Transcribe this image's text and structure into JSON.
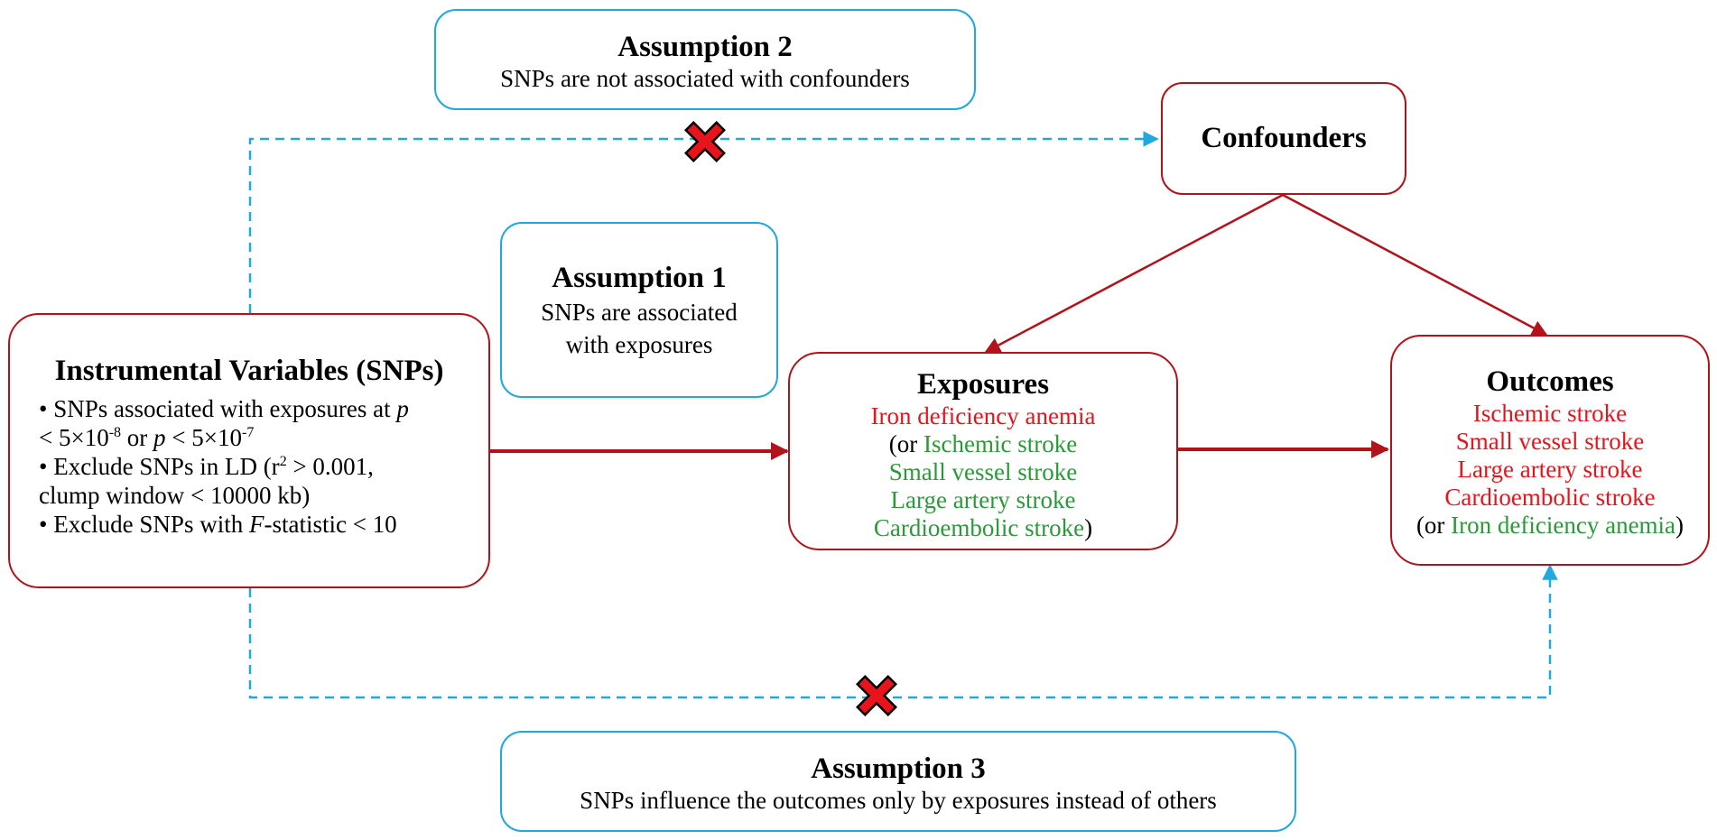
{
  "assumption2": {
    "title": "Assumption 2",
    "text": "SNPs are not associated with confounders"
  },
  "assumption1": {
    "title": "Assumption 1",
    "line1": "SNPs are associated",
    "line2": "with exposures"
  },
  "assumption3": {
    "title": "Assumption 3",
    "text": "SNPs influence the outcomes only by exposures instead of others"
  },
  "confounders": {
    "title": "Confounders"
  },
  "iv": {
    "title": "Instrumental Variables (SNPs)",
    "b1a": "• SNPs associated with exposures at ",
    "b1_p": "p",
    "b2_lt1": "< 5×10",
    "b2_exp1": "-8",
    "b2_or": " or ",
    "b2_p": "p",
    "b2_lt2": " < 5×10",
    "b2_exp2": "-7",
    "b3a": "• Exclude SNPs in LD (r",
    "b3_sup": "2",
    "b3b": " > 0.001,",
    "b4": "clump window < 10000 kb)",
    "b5a": "• Exclude SNPs with ",
    "b5_f": "F",
    "b5b": "-statistic < 10"
  },
  "exposures": {
    "title": "Exposures",
    "primary": "Iron deficiency anemia",
    "alt_open": "(or ",
    "alt1": "Ischemic stroke",
    "alt2": "Small vessel stroke",
    "alt3": "Large artery stroke",
    "alt4": "Cardioembolic stroke",
    "alt_close": ")"
  },
  "outcomes": {
    "title": "Outcomes",
    "o1": "Ischemic stroke",
    "o2": "Small vessel stroke",
    "o3": "Large artery stroke",
    "o4": "Cardioembolic stroke",
    "alt_open": "(or ",
    "alt1": "Iron deficiency anemia",
    "alt_close": ")"
  },
  "colors": {
    "red": "#b3121a",
    "red_text": "#e8141c",
    "green_text": "#2a9a38",
    "blue": "#1fa9df",
    "cross": "#e8141c"
  },
  "icons": [
    "cross-mark-icon",
    "arrow-head-icon"
  ]
}
